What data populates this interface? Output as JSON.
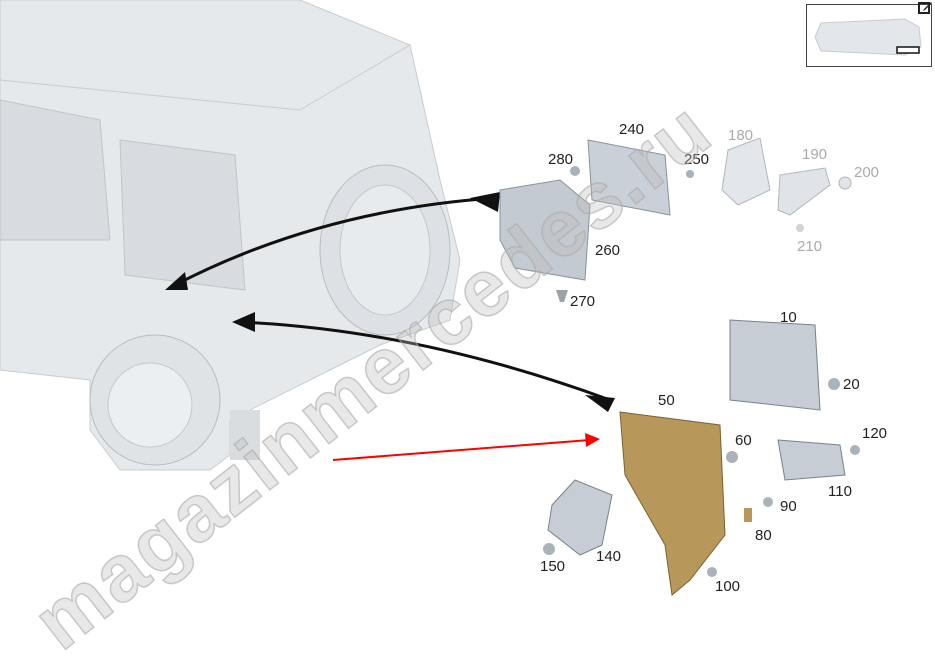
{
  "watermark": "magazinmercedes.ru",
  "thumbnail": {
    "edit_icon": "edit-icon"
  },
  "callouts": [
    {
      "id": "240",
      "text": "240",
      "dimmed": false
    },
    {
      "id": "280",
      "text": "280",
      "dimmed": false
    },
    {
      "id": "250",
      "text": "250",
      "dimmed": false
    },
    {
      "id": "180",
      "text": "180",
      "dimmed": true
    },
    {
      "id": "190",
      "text": "190",
      "dimmed": true
    },
    {
      "id": "200",
      "text": "200",
      "dimmed": true
    },
    {
      "id": "210",
      "text": "210",
      "dimmed": true
    },
    {
      "id": "260",
      "text": "260",
      "dimmed": false
    },
    {
      "id": "270",
      "text": "270",
      "dimmed": false
    },
    {
      "id": "10",
      "text": "10",
      "dimmed": false
    },
    {
      "id": "20",
      "text": "20",
      "dimmed": false
    },
    {
      "id": "50",
      "text": "50",
      "dimmed": false
    },
    {
      "id": "60",
      "text": "60",
      "dimmed": false
    },
    {
      "id": "120",
      "text": "120",
      "dimmed": false
    },
    {
      "id": "110",
      "text": "110",
      "dimmed": false
    },
    {
      "id": "90",
      "text": "90",
      "dimmed": false
    },
    {
      "id": "80",
      "text": "80",
      "dimmed": false
    },
    {
      "id": "140",
      "text": "140",
      "dimmed": false
    },
    {
      "id": "150",
      "text": "150",
      "dimmed": false
    },
    {
      "id": "100",
      "text": "100",
      "dimmed": false
    }
  ],
  "colors": {
    "vehicle": "#e4e7ea",
    "part": "#c9d0d8",
    "bracket": "#b8975a",
    "highlight_arrow": "#ff0000"
  }
}
